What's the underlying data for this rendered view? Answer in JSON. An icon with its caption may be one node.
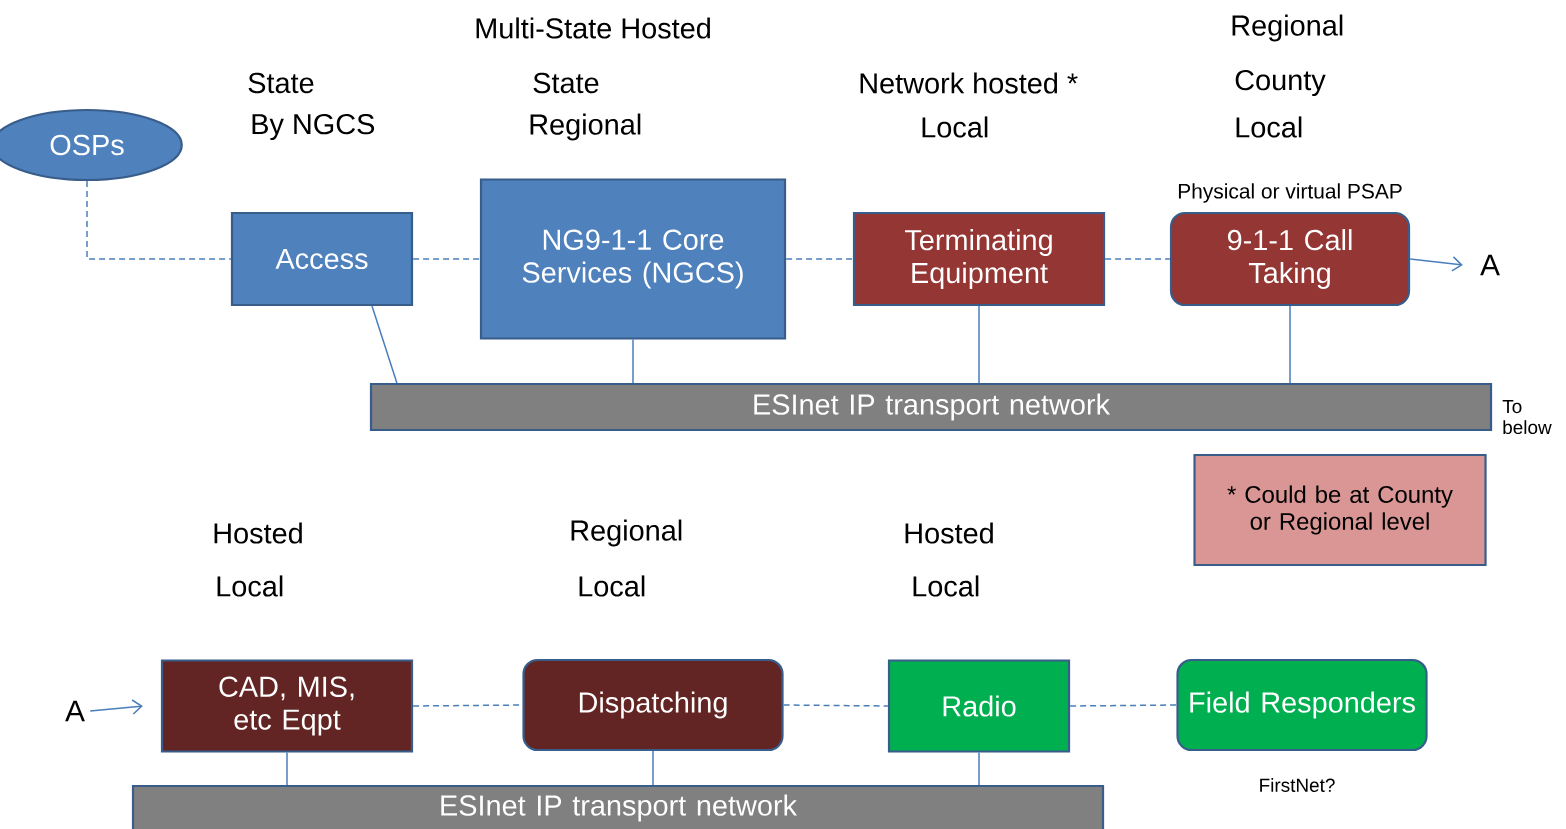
{
  "diagram": {
    "nodes": [
      {
        "text": [
          "OSPs"
        ]
      },
      {
        "text": [
          "Access"
        ]
      },
      {
        "text": [
          "NG9-1-1 Core Services (NGCS)"
        ]
      },
      {
        "text": [
          "Terminating Equipment"
        ]
      },
      {
        "text": [
          "9-1-1 Call Taking"
        ],
        "beside": [
          "Physical or virtual PSAP"
        ]
      },
      {
        "text": [
          "A"
        ]
      },
      {
        "text": [
          "ESInet IP transport network"
        ],
        "beside": [
          "To below"
        ]
      },
      {
        "text": [
          "* Could be at County or Regional level"
        ]
      },
      {
        "text": [
          "A"
        ]
      },
      {
        "text": [
          "CAD, MIS, etc Eqpt"
        ]
      },
      {
        "text": [
          "Dispatching"
        ]
      },
      {
        "text": [
          "Radio"
        ]
      },
      {
        "text": [
          "Field Responders"
        ],
        "beside": [
          "FirstNet?"
        ]
      },
      {
        "text": [
          "ESInet IP transport network"
        ]
      }
    ],
    "edges": [
      {
        "from": 0,
        "to": 1,
        "arrow": "none",
        "style": "dashed"
      },
      {
        "from": 1,
        "to": 2,
        "arrow": "none",
        "style": "dashed"
      },
      {
        "from": 2,
        "to": 3,
        "arrow": "none",
        "style": "dashed"
      },
      {
        "from": 3,
        "to": 4,
        "arrow": "none",
        "style": "dashed"
      },
      {
        "from": 4,
        "to": 5,
        "arrow": "to"
      },
      {
        "from": 1,
        "to": 6,
        "arrow": "none"
      },
      {
        "from": 2,
        "to": 6,
        "arrow": "none"
      },
      {
        "from": 3,
        "to": 6,
        "arrow": "none"
      },
      {
        "from": 4,
        "to": 6,
        "arrow": "none"
      },
      {
        "from": 8,
        "to": 9,
        "arrow": "to"
      },
      {
        "from": 9,
        "to": 10,
        "arrow": "none",
        "style": "dashed"
      },
      {
        "from": 10,
        "to": 11,
        "arrow": "none",
        "style": "dashed"
      },
      {
        "from": 11,
        "to": 12,
        "arrow": "none",
        "style": "dashed"
      },
      {
        "from": 9,
        "to": 13,
        "arrow": "none"
      },
      {
        "from": 10,
        "to": 13,
        "arrow": "none"
      },
      {
        "from": 11,
        "to": 13,
        "arrow": "none"
      }
    ],
    "labels": [
      "Multi-State Hosted",
      "Regional",
      "State",
      "State",
      "Network hosted *",
      "County",
      "By NGCS",
      "Regional",
      "Local",
      "Local",
      "Hosted",
      "Regional",
      "Hosted",
      "Local",
      "Local",
      "Local"
    ]
  }
}
